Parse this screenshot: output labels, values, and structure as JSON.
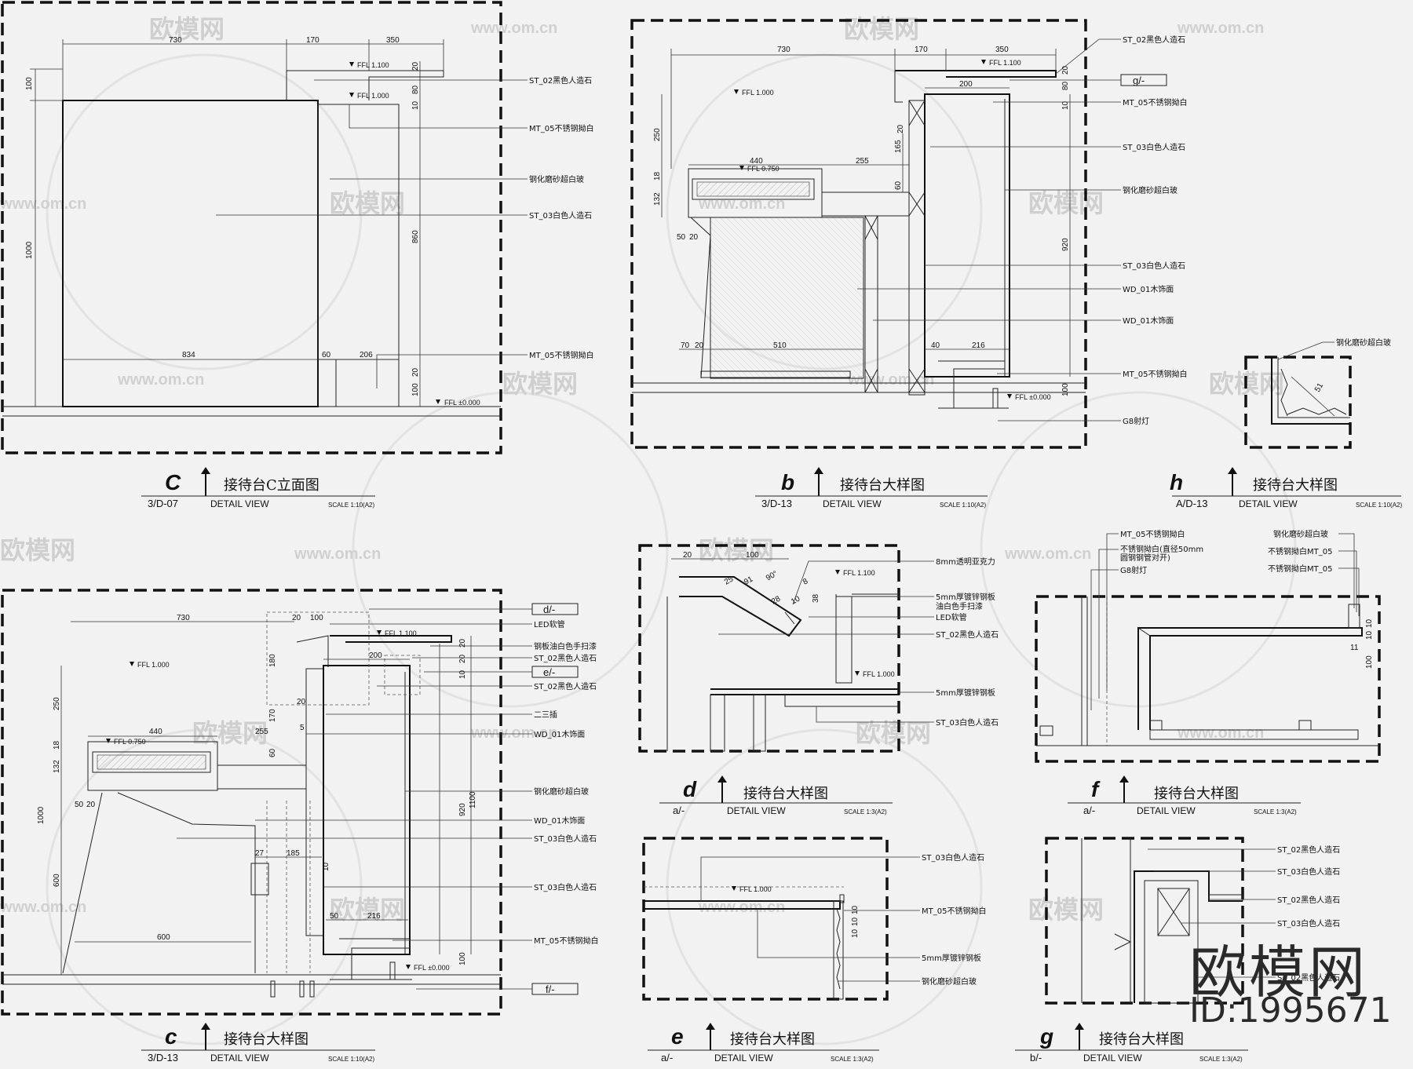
{
  "watermark": {
    "brand": "欧模网",
    "url": "www.om.cn"
  },
  "logo": {
    "text": "欧模网",
    "id": "ID:1995671"
  },
  "views": [
    {
      "letter": "C",
      "title": "接待台C立面图",
      "ref": "3/D-07",
      "label": "DETAIL VIEW",
      "scale": "SCALE 1:10(A2)"
    },
    {
      "letter": "b",
      "title": "接待台大样图",
      "ref": "3/D-13",
      "label": "DETAIL VIEW",
      "scale": "SCALE 1:10(A2)"
    },
    {
      "letter": "h",
      "title": "接待台大样图",
      "ref": "A/D-13",
      "label": "DETAIL VIEW",
      "scale": "SCALE 1:10(A2)"
    },
    {
      "letter": "c",
      "title": "接待台大样图",
      "ref": "3/D-13",
      "label": "DETAIL VIEW",
      "scale": "SCALE 1:10(A2)"
    },
    {
      "letter": "d",
      "title": "接待台大样图",
      "ref": "a/-",
      "label": "DETAIL VIEW",
      "scale": "SCALE 1:3(A2)"
    },
    {
      "letter": "f",
      "title": "接待台大样图",
      "ref": "a/-",
      "label": "DETAIL VIEW",
      "scale": "SCALE 1:3(A2)"
    },
    {
      "letter": "e",
      "title": "接待台大样图",
      "ref": "a/-",
      "label": "DETAIL VIEW",
      "scale": "SCALE 1:3(A2)"
    },
    {
      "letter": "g",
      "title": "接待台大样图",
      "ref": "b/-",
      "label": "DETAIL VIEW",
      "scale": "SCALE 1:3(A2)"
    }
  ],
  "tags": {
    "g": "g/-",
    "d": "d/-",
    "e": "e/-",
    "f": "f/-"
  },
  "ffl": {
    "f1100": "FFL 1.100",
    "f1000": "FFL 1.000",
    "f0750": "FFL 0.750",
    "f0000": "FFL ±0.000"
  },
  "labels": {
    "st02": "ST_02黑色人造石",
    "mt05": "MT_05不锈钢拗白",
    "glass": "钢化磨砂超白玻",
    "st03": "ST_03白色人造石",
    "wd01": "WD_01木饰面",
    "g8": "G8射灯",
    "acrylic": "8mm透明亚克力",
    "plate5a": "5mm厚镀锌钢板",
    "paint": "油白色手扫漆",
    "led": "LED软管",
    "plate5b": "5mm厚镀锌钢板",
    "steelpaint": "钢板油白色手扫漆",
    "sanlv": "二三插",
    "pipe1": "不锈钢拗白(直径50mm",
    "pipe2": "圆钢钢管对开)",
    "mt05r": "不锈钢拗白MT_05"
  },
  "dims": {
    "C": {
      "w730": "730",
      "w170": "170",
      "w350": "350",
      "h100": "100",
      "h1000": "1000",
      "h20": "20",
      "h80": "80",
      "h10": "10",
      "h860": "860",
      "b834": "834",
      "b60": "60",
      "b206": "206",
      "b20": "20",
      "b100": "100"
    },
    "b": {
      "w730": "730",
      "w170": "170",
      "w350": "350",
      "w200": "200",
      "h250": "250",
      "h18": "18",
      "h132": "132",
      "w440": "440",
      "w255": "255",
      "h165": "165",
      "h60": "60",
      "h20": "20",
      "h80": "80",
      "h10": "10",
      "w50": "50",
      "w20": "20",
      "h920": "920",
      "w70": "70",
      "w510": "510",
      "w40": "40",
      "w216": "216",
      "h100": "100"
    },
    "c": {
      "w730": "730",
      "w20": "20",
      "w100": "100",
      "w200": "200",
      "h250": "250",
      "h180": "180",
      "h170": "170",
      "w440": "440",
      "w255": "255",
      "h60": "60",
      "h5": "5",
      "h18": "18",
      "h132": "132",
      "h1000": "1000",
      "h600": "600",
      "w50": "50",
      "h920": "920",
      "h1100": "1100",
      "w27": "27",
      "w185": "185",
      "h10": "10",
      "w600": "600",
      "w216": "216",
      "h100": "100"
    },
    "d": {
      "w20": "20",
      "w100": "100",
      "h91": "91",
      "a90": "90°",
      "h38": "38",
      "h25": "25",
      "h10": "10",
      "h8": "8",
      "h28": "28"
    },
    "f": {
      "h10": "10",
      "h100": "100",
      "w11": "11"
    },
    "h": {
      "h51": "51"
    }
  }
}
